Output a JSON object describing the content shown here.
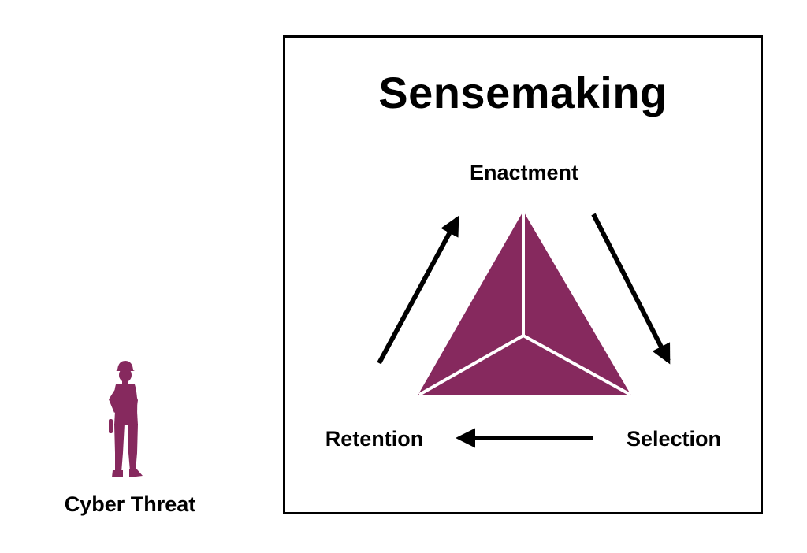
{
  "title": "Sensemaking",
  "stages": {
    "top": "Enactment",
    "right": "Selection",
    "left": "Retention"
  },
  "actor": {
    "label": "Cyber Threat",
    "icon": "worker-silhouette-icon"
  },
  "colors": {
    "accent": "#86295E",
    "line": "#000000",
    "background": "#FFFFFF"
  }
}
